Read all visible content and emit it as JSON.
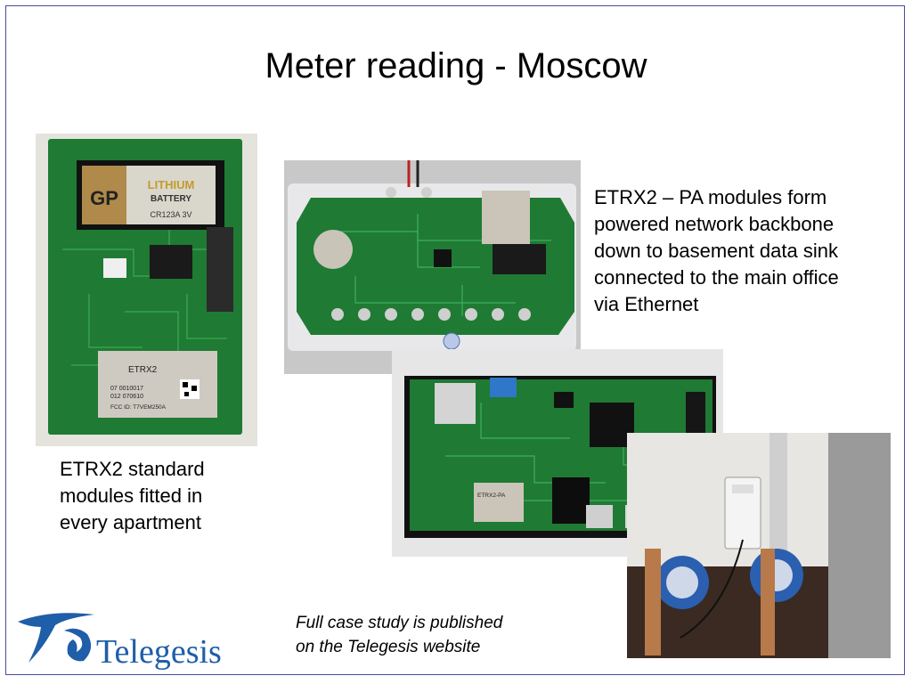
{
  "slide": {
    "title": "Meter reading - Moscow",
    "caption_left": [
      "ETRX2 standard",
      "modules fitted in",
      "every apartment"
    ],
    "caption_right": [
      "ETRX2 – PA modules form",
      "powered network backbone",
      "down to basement data sink",
      "connected to the main office",
      "via Ethernet"
    ],
    "footnote": [
      "Full case study is published",
      "on the Telegesis website"
    ]
  },
  "photos": {
    "board1": {
      "battery_brand": "GP",
      "battery_line1": "LITHIUM",
      "battery_line2": "BATTERY",
      "battery_model": "CR123A  3V",
      "module_name": "ETRX2",
      "module_line1": "07 0010017",
      "module_line2": "012 070610",
      "module_fcc": "FCC ID: T7VEM250A"
    },
    "board3": {
      "module_label": "ETRX2-PA"
    }
  },
  "logo": {
    "brand": "Telegesis",
    "color": "#1f5ea8"
  },
  "colors": {
    "pcb_green": "#1f7a34",
    "frame": "#4a4aa0"
  }
}
